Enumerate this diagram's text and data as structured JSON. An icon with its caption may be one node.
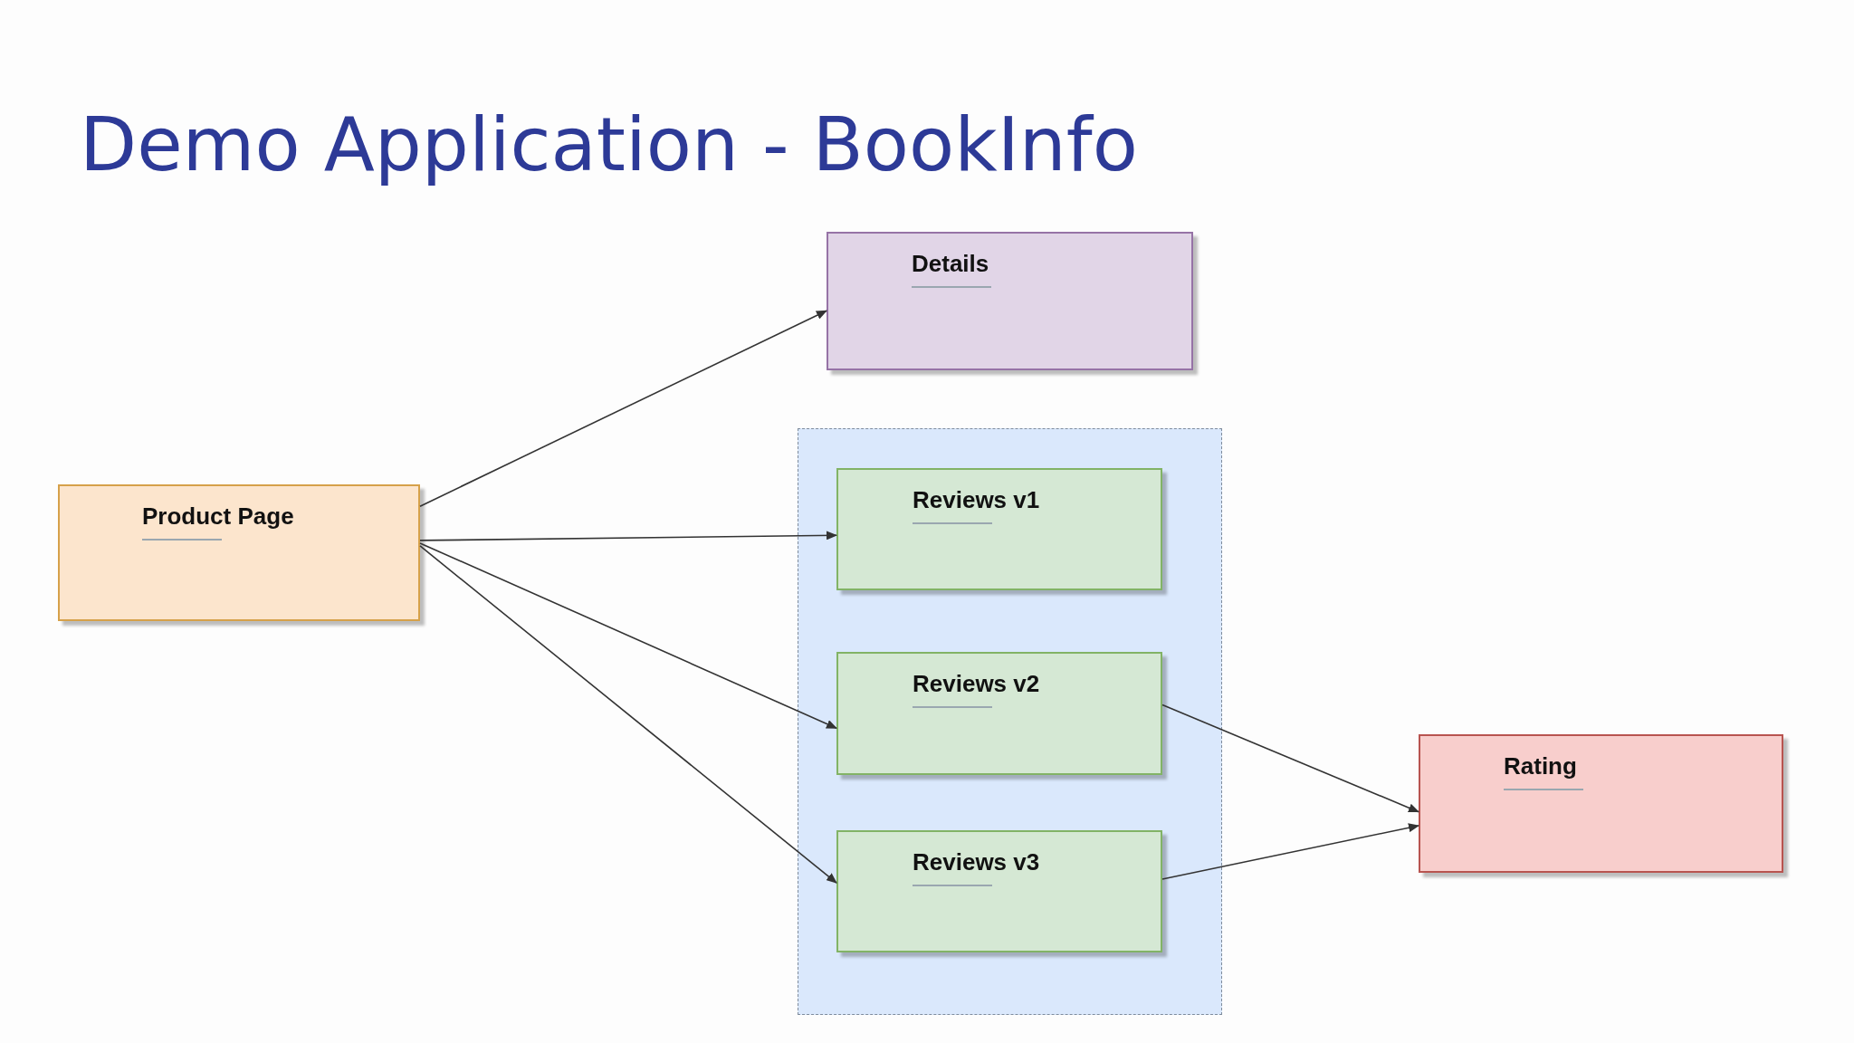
{
  "diagram": {
    "title": "Demo Application - BookInfo",
    "nodes": [
      {
        "text": [
          "Details"
        ]
      },
      {
        "text": [
          "Product Page"
        ]
      },
      {
        "text": [],
        "shape": "box"
      },
      {
        "text": [
          "Reviews v1"
        ],
        "in": 2
      },
      {
        "text": [
          "Reviews v2"
        ],
        "in": 2
      },
      {
        "text": [
          "Reviews v3"
        ],
        "in": 2
      },
      {
        "text": [
          "Rating"
        ]
      }
    ],
    "edges": [
      {
        "from": 1,
        "to": 0,
        "arrow": "to"
      },
      {
        "from": 1,
        "to": 3,
        "arrow": "to"
      },
      {
        "from": 1,
        "to": 4,
        "arrow": "to"
      },
      {
        "from": 1,
        "to": 5,
        "arrow": "to"
      },
      {
        "from": 4,
        "to": 6,
        "arrow": "to"
      },
      {
        "from": 5,
        "to": 6,
        "arrow": "to"
      }
    ]
  }
}
